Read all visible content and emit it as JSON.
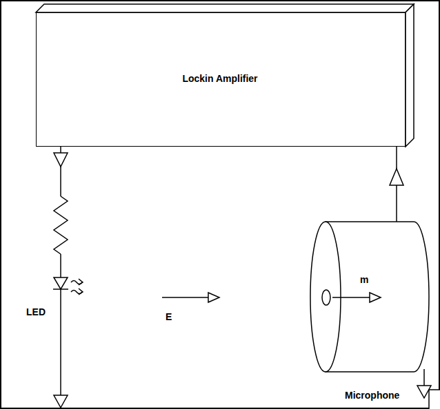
{
  "diagram": {
    "nodes": [
      {
        "text": [
          "Lockin Amplifier"
        ]
      },
      {
        "text": [
          "Microphone"
        ]
      }
    ],
    "edges": [
      {
        "from": 1,
        "to": 0,
        "arrow": "to"
      }
    ],
    "labels": [
      "LED",
      "E",
      "m"
    ]
  }
}
